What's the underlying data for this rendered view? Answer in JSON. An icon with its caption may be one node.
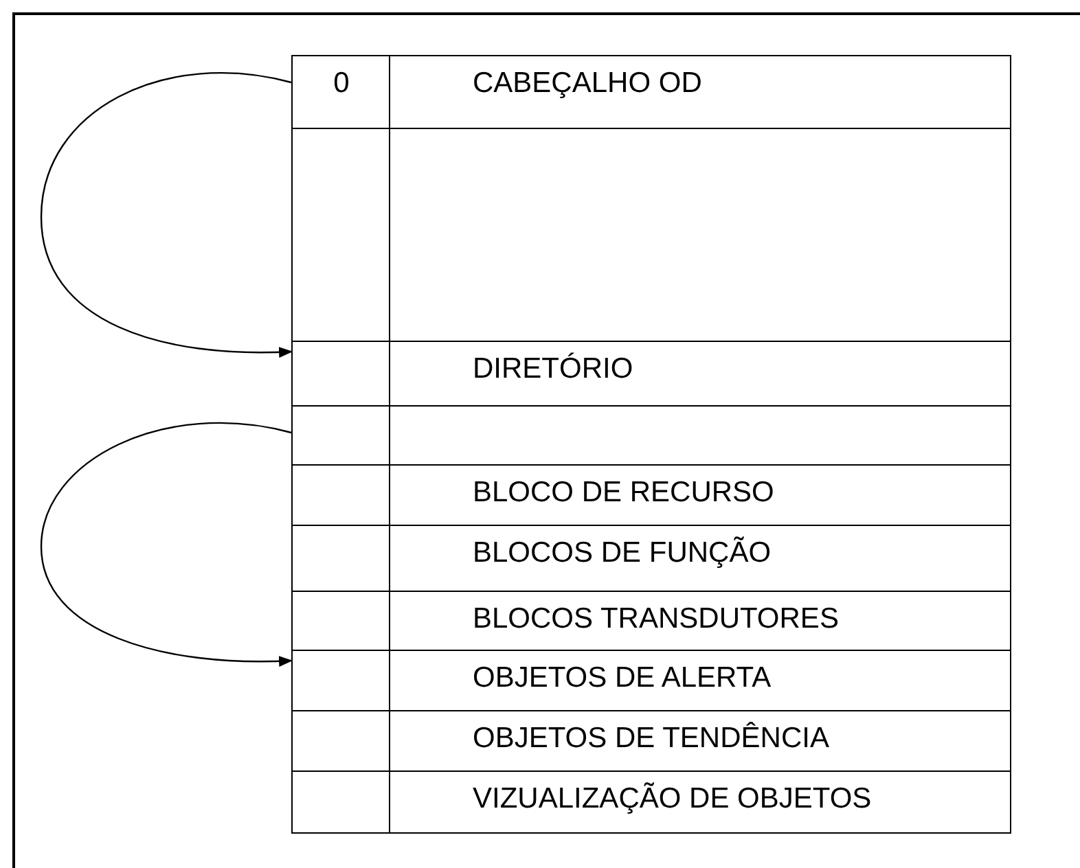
{
  "diagram": {
    "nodes": [
      {
        "text": [
          "0",
          "CABEÇALHO OD"
        ]
      },
      {
        "text": [],
        "shape": "box"
      },
      {
        "text": [
          "DIRETÓRIO"
        ]
      },
      {
        "text": [],
        "shape": "box"
      },
      {
        "text": [
          "BLOCO DE RECURSO"
        ]
      },
      {
        "text": [
          "BLOCOS DE FUNÇÃO"
        ]
      },
      {
        "text": [
          "BLOCOS TRANSDUTORES"
        ]
      },
      {
        "text": [
          "OBJETOS DE ALERTA"
        ]
      },
      {
        "text": [
          "OBJETOS DE TENDÊNCIA"
        ]
      },
      {
        "text": [
          "VIZUALIZAÇÃO DE OBJETOS"
        ]
      }
    ],
    "edges": [
      {
        "from": 0,
        "to": 2,
        "arrow": "to"
      },
      {
        "from": 3,
        "to": 7,
        "arrow": "to"
      }
    ]
  }
}
